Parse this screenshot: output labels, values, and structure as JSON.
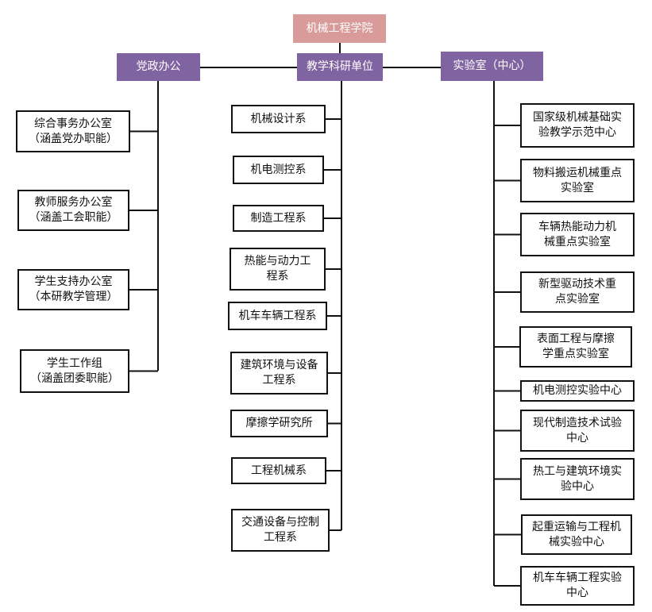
{
  "colors": {
    "root": "#d99a9a",
    "header": "#8064a2",
    "line": "#111111"
  },
  "root": {
    "label": "机械工程学院"
  },
  "branches": {
    "party": {
      "label": "党政办公"
    },
    "teaching": {
      "label": "教学科研单位"
    },
    "labs": {
      "label": "实验室（中心）"
    }
  },
  "offices": [
    {
      "label": "综合事务办公室\n（涵盖党办职能）"
    },
    {
      "label": "教师服务办公室\n（涵盖工会职能）"
    },
    {
      "label": "学生支持办公室\n（本研教学管理）"
    },
    {
      "label": "学生工作组\n（涵盖团委职能）"
    }
  ],
  "departments": [
    {
      "label": "机械设计系"
    },
    {
      "label": "机电测控系"
    },
    {
      "label": "制造工程系"
    },
    {
      "label": "热能与动力工\n程系"
    },
    {
      "label": "机车车辆工程系"
    },
    {
      "label": "建筑环境与设备\n工程系"
    },
    {
      "label": "摩擦学研究所"
    },
    {
      "label": "工程机械系"
    },
    {
      "label": "交通设备与控制\n工程系"
    }
  ],
  "laboratories": [
    {
      "label": "国家级机械基础实\n验教学示范中心"
    },
    {
      "label": "物料搬运机械重点\n实验室"
    },
    {
      "label": "车辆热能动力机\n械重点实验室"
    },
    {
      "label": "新型驱动技术重\n点实验室"
    },
    {
      "label": "表面工程与摩擦\n学重点实验室"
    },
    {
      "label": "机电测控实验中心"
    },
    {
      "label": "现代制造技术试验\n中心"
    },
    {
      "label": "热工与建筑环境实\n验中心"
    },
    {
      "label": "起重运输与工程机\n械实验中心"
    },
    {
      "label": "机车车辆工程实验\n中心"
    }
  ]
}
